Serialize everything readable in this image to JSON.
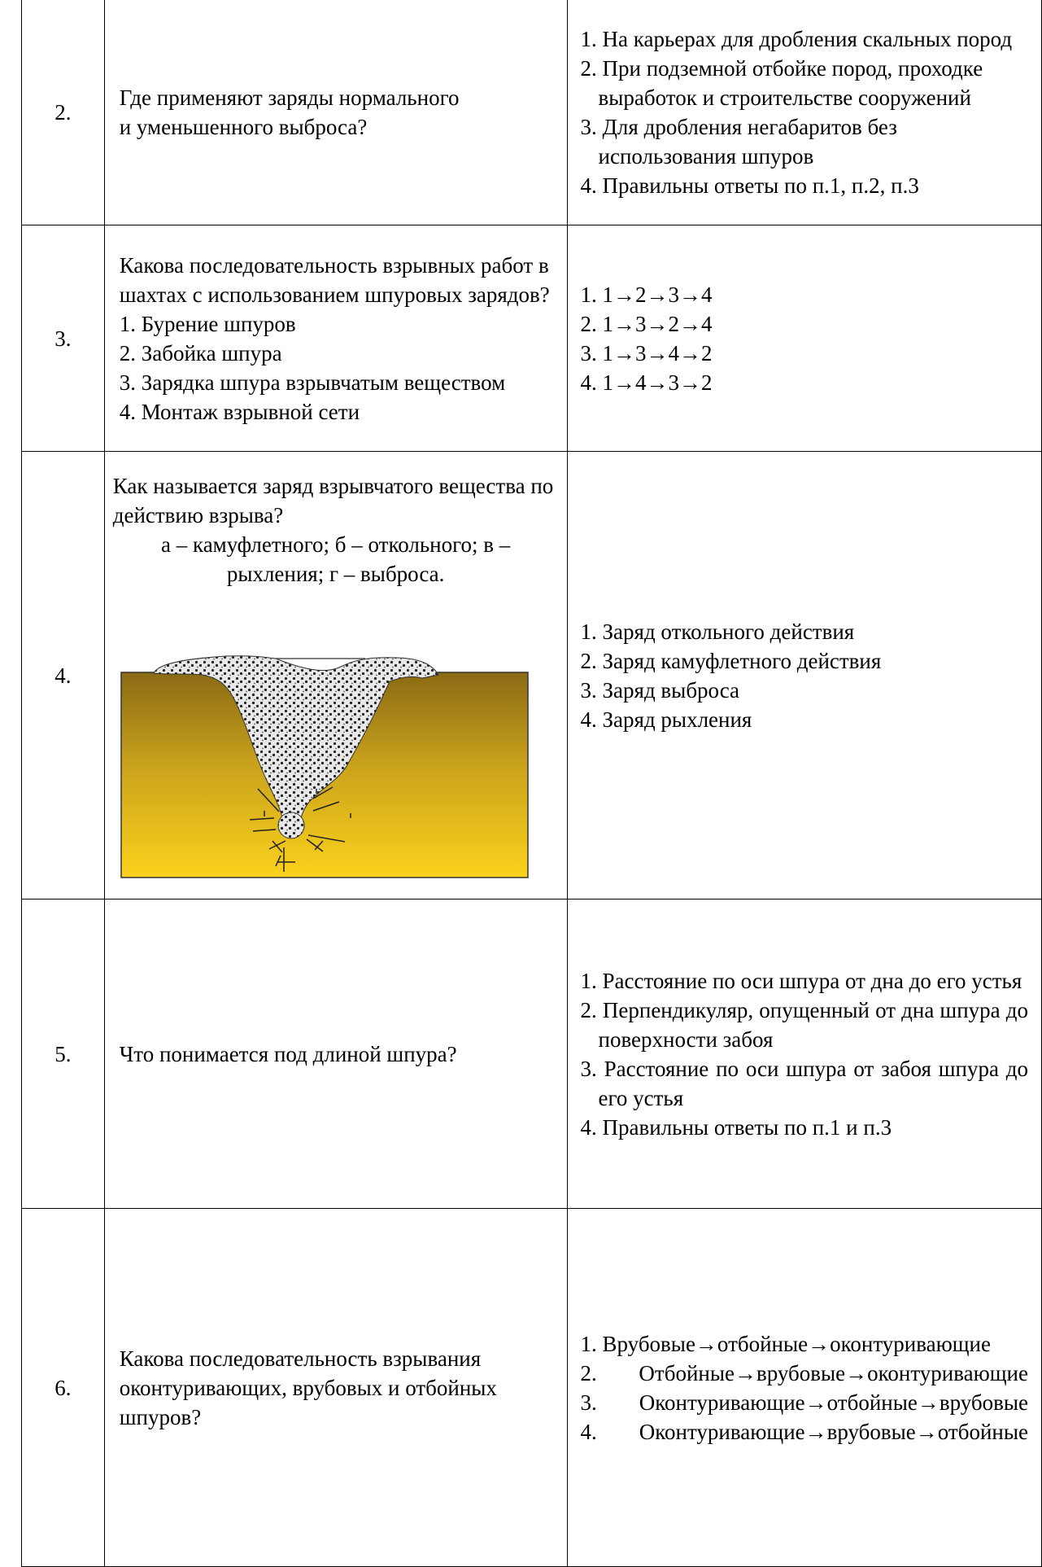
{
  "rows": [
    {
      "num": "2.",
      "question": [
        "Где применяют заряды нормального",
        "и уменьшенного выброса?"
      ],
      "options": [
        "1. На карьерах для дробления скальных пород",
        "2. При подземной отбойке пород, проходке выработок и строительстве сооружений",
        "3. Для дробления негабаритов без использования шпуров",
        "4. Правильны ответы по п.1, п.2, п.3"
      ]
    },
    {
      "num": "3.",
      "question": [
        "Какова последовательность взрывных работ в шахтах с использованием шпуровых зарядов?",
        "1. Бурение шпуров",
        "2. Забойка шпура",
        "3. Зарядка шпура взрывчатым веществом",
        "4. Монтаж взрывной сети"
      ],
      "options": [
        "1. 1→2→3→4",
        "2. 1→3→2→4",
        "3. 1→3→4→2",
        "4. 1→4→3→2"
      ]
    },
    {
      "num": "4.",
      "question": [
        "Как называется заряд взрывчатого вещества по действию взрыва?",
        "а – камуфлетного; б – откольного; в – рыхления; г – выброса."
      ],
      "options": [
        "1. Заряд откольного действия",
        "2. Заряд камуфлетного действия",
        "3. Заряд выброса",
        "4. Заряд рыхления"
      ]
    },
    {
      "num": "5.",
      "question": [
        "Что понимается под длиной шпура?"
      ],
      "options": [
        "1. Расстояние по оси шпура от дна до его устья",
        "2. Перпендикуляр, опущенный от дна шпура до поверхности забоя",
        "3. Расстояние по оси шпура от забоя шпура до его устья",
        "4. Правильны ответы по п.1 и п.3"
      ]
    },
    {
      "num": "6.",
      "question": [
        "Какова последовательность взрывания оконтуривающих, врубовых и отбойных шпуров?"
      ],
      "options": [
        "1. Врубовые→отбойные→оконтуривающие",
        "2. Отбойные→врубовые→оконтуривающие",
        "3. Оконтуривающие→отбойные→врубовые",
        "4. Оконтуривающие→врубовые→отбойные"
      ]
    }
  ]
}
